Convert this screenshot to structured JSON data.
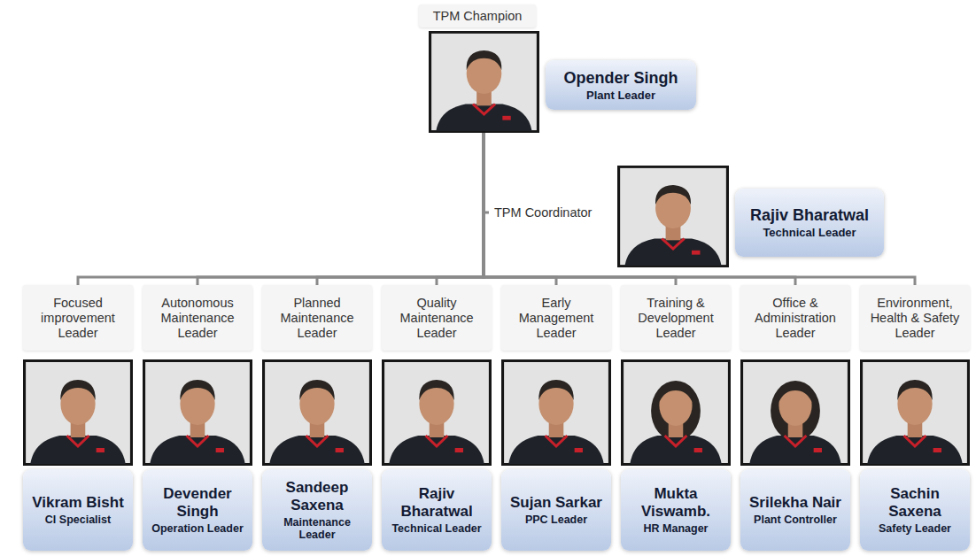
{
  "diagram": {
    "nodes": [
      {
        "text": [
          "TPM Champion",
          "Opender Singh",
          "Plant Leader"
        ]
      },
      {
        "text": [
          "TPM Coordinator",
          "Rajiv Bharatwal",
          "Technical Leader"
        ]
      },
      {
        "text": [
          "Focused improvement Leader",
          "Vikram Bisht",
          "CI Specialist"
        ]
      },
      {
        "text": [
          "Autonomous Maintenance Leader",
          "Devender Singh",
          "Operation Leader"
        ]
      },
      {
        "text": [
          "Planned Maintenance Leader",
          "Sandeep Saxena",
          "Maintenance Leader"
        ]
      },
      {
        "text": [
          "Quality Maintenance Leader",
          "Rajiv Bharatwal",
          "Technical Leader"
        ]
      },
      {
        "text": [
          "Early Management Leader",
          "Sujan Sarkar",
          "PPC Leader"
        ]
      },
      {
        "text": [
          "Training & Development Leader",
          "Mukta Viswamb.",
          "HR Manager"
        ]
      },
      {
        "text": [
          "Office & Administration Leader",
          "Srilekha Nair",
          "Plant Controller"
        ]
      },
      {
        "text": [
          "Environment, Health & Safety Leader",
          "Sachin Saxena",
          "Safety Leader"
        ]
      }
    ],
    "edges": [
      {
        "from": 0,
        "to": 1,
        "arrow": "none"
      },
      {
        "from": 0,
        "to": 2,
        "arrow": "none"
      },
      {
        "from": 0,
        "to": 3,
        "arrow": "none"
      },
      {
        "from": 0,
        "to": 4,
        "arrow": "none"
      },
      {
        "from": 0,
        "to": 5,
        "arrow": "none"
      },
      {
        "from": 0,
        "to": 6,
        "arrow": "none"
      },
      {
        "from": 0,
        "to": 7,
        "arrow": "none"
      },
      {
        "from": 0,
        "to": 8,
        "arrow": "none"
      },
      {
        "from": 0,
        "to": 9,
        "arrow": "none"
      }
    ]
  }
}
